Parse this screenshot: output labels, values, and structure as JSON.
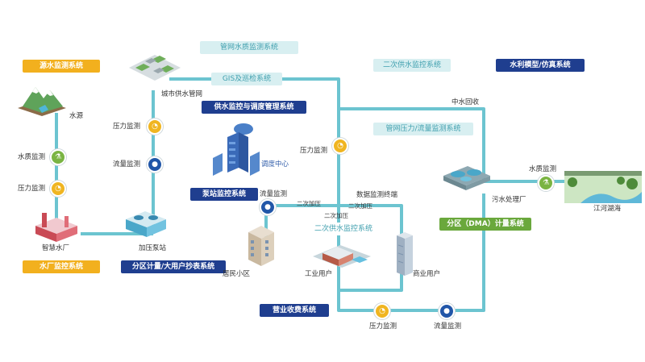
{
  "systems": {
    "source_monitor": "源水监测系统",
    "pipe_quality": "管网水质监测系统",
    "gis": "GIS及巡检系统",
    "supply_dispatch": "供水监控与调度管理系统",
    "secondary_top": "二次供水监控系统",
    "hydro_model": "水利模型/仿真系统",
    "pipe_pressure_flow": "管网压力/流量监测系统",
    "pump_station": "泵站监控系统",
    "secondary_inner": "二次供水监控系统",
    "dma": "分区（DMA）计量系统",
    "plant_monitor": "水厂监控系统",
    "zone_meter": "分区计量/大用户抄表系统",
    "billing": "营业收费系统"
  },
  "labels": {
    "water_source": "水源",
    "city_pipe": "城市供水管网",
    "pressure1": "压力监测",
    "flow1": "流量监测",
    "quality1": "水质监测",
    "pressure2": "压力监测",
    "smart_plant": "智慧水厂",
    "booster_station": "加压泵站",
    "dispatch_center": "调度中心",
    "flow2": "流量监测",
    "pressure3": "压力监测",
    "secondary_boost_a": "二次加压",
    "secondary_boost_b": "二次加压",
    "secondary_boost_c": "二次加压",
    "data_terminal": "数据监测终端",
    "residential": "居民小区",
    "industrial": "工业用户",
    "commercial": "商业用户",
    "reclaimed": "中水回收",
    "quality2": "水质监测",
    "sewage_plant": "污水处理厂",
    "rivers_lakes": "江河湖海",
    "pressure4": "压力监测",
    "flow3": "流量监测"
  },
  "icons": {
    "pressure": "pressure-gauge-icon",
    "flow": "flow-meter-icon",
    "quality": "flask-icon"
  },
  "colors": {
    "pipe": "#6cc4d0",
    "yellow_tag": "#f2b01e",
    "navy_tag": "#1f3e8f",
    "light_tag": "#d8eff1",
    "green_tag": "#6aa83c"
  }
}
